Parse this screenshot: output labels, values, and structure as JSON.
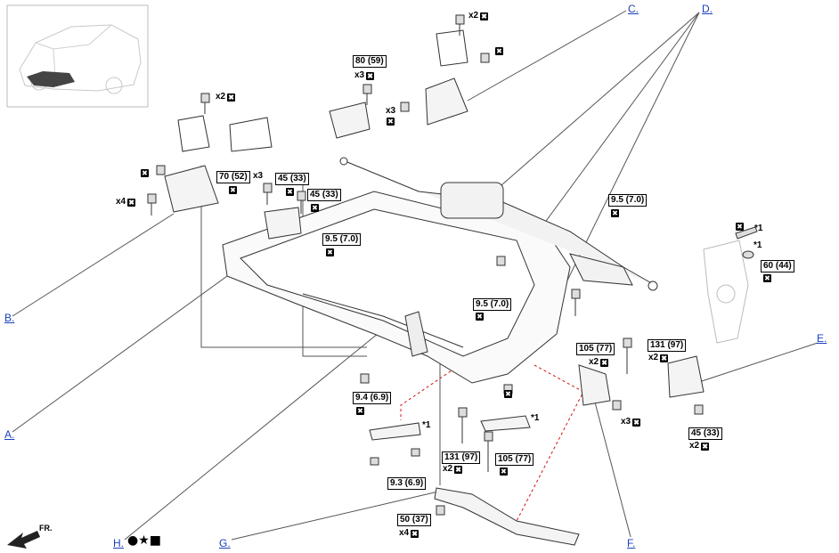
{
  "callouts": {
    "a": "A.",
    "b": "B.",
    "c": "C.",
    "d": "D.",
    "e": "E.",
    "f": "F.",
    "g": "G.",
    "h": "H."
  },
  "torques": {
    "t80_59": "80 (59)",
    "t70_52": "70 (52)",
    "t45_33_a": "45 (33)",
    "t45_33_b": "45 (33)",
    "t9_5_a": "9.5 (7.0)",
    "t9_5_b": "9.5 (7.0)",
    "t9_5_c": "9.5 (7.0)",
    "t60_44": "60 (44)",
    "t105_77_a": "105 (77)",
    "t131_97_a": "131 (97)",
    "t9_4": "9.4 (6.9)",
    "t131_97_b": "131 (97)",
    "t105_77_b": "105 (77)",
    "t9_3": "9.3 (6.9)",
    "t45_33_c": "45 (33)",
    "t50_37": "50 (37)"
  },
  "quantities": {
    "x2_top": "x2",
    "x3_upper": "x3",
    "x3_mid": "x3",
    "x2_left": "x2",
    "x3_left": "x3",
    "x4_left": "x4",
    "x2_105": "x2",
    "x2_131": "x2",
    "x3_knuckle": "x3",
    "x2_131b": "x2",
    "x2_45": "x2",
    "x4_50": "x4"
  },
  "marks": {
    "star_note": "*1",
    "x_mark": "✖",
    "direction_label": "FR.",
    "h_symbols": "●★■"
  },
  "colors": {
    "callout_link": "#1a3fbf",
    "leader_line": "#555555",
    "dashed_ref": "#d01010",
    "part_outline": "#333333"
  }
}
